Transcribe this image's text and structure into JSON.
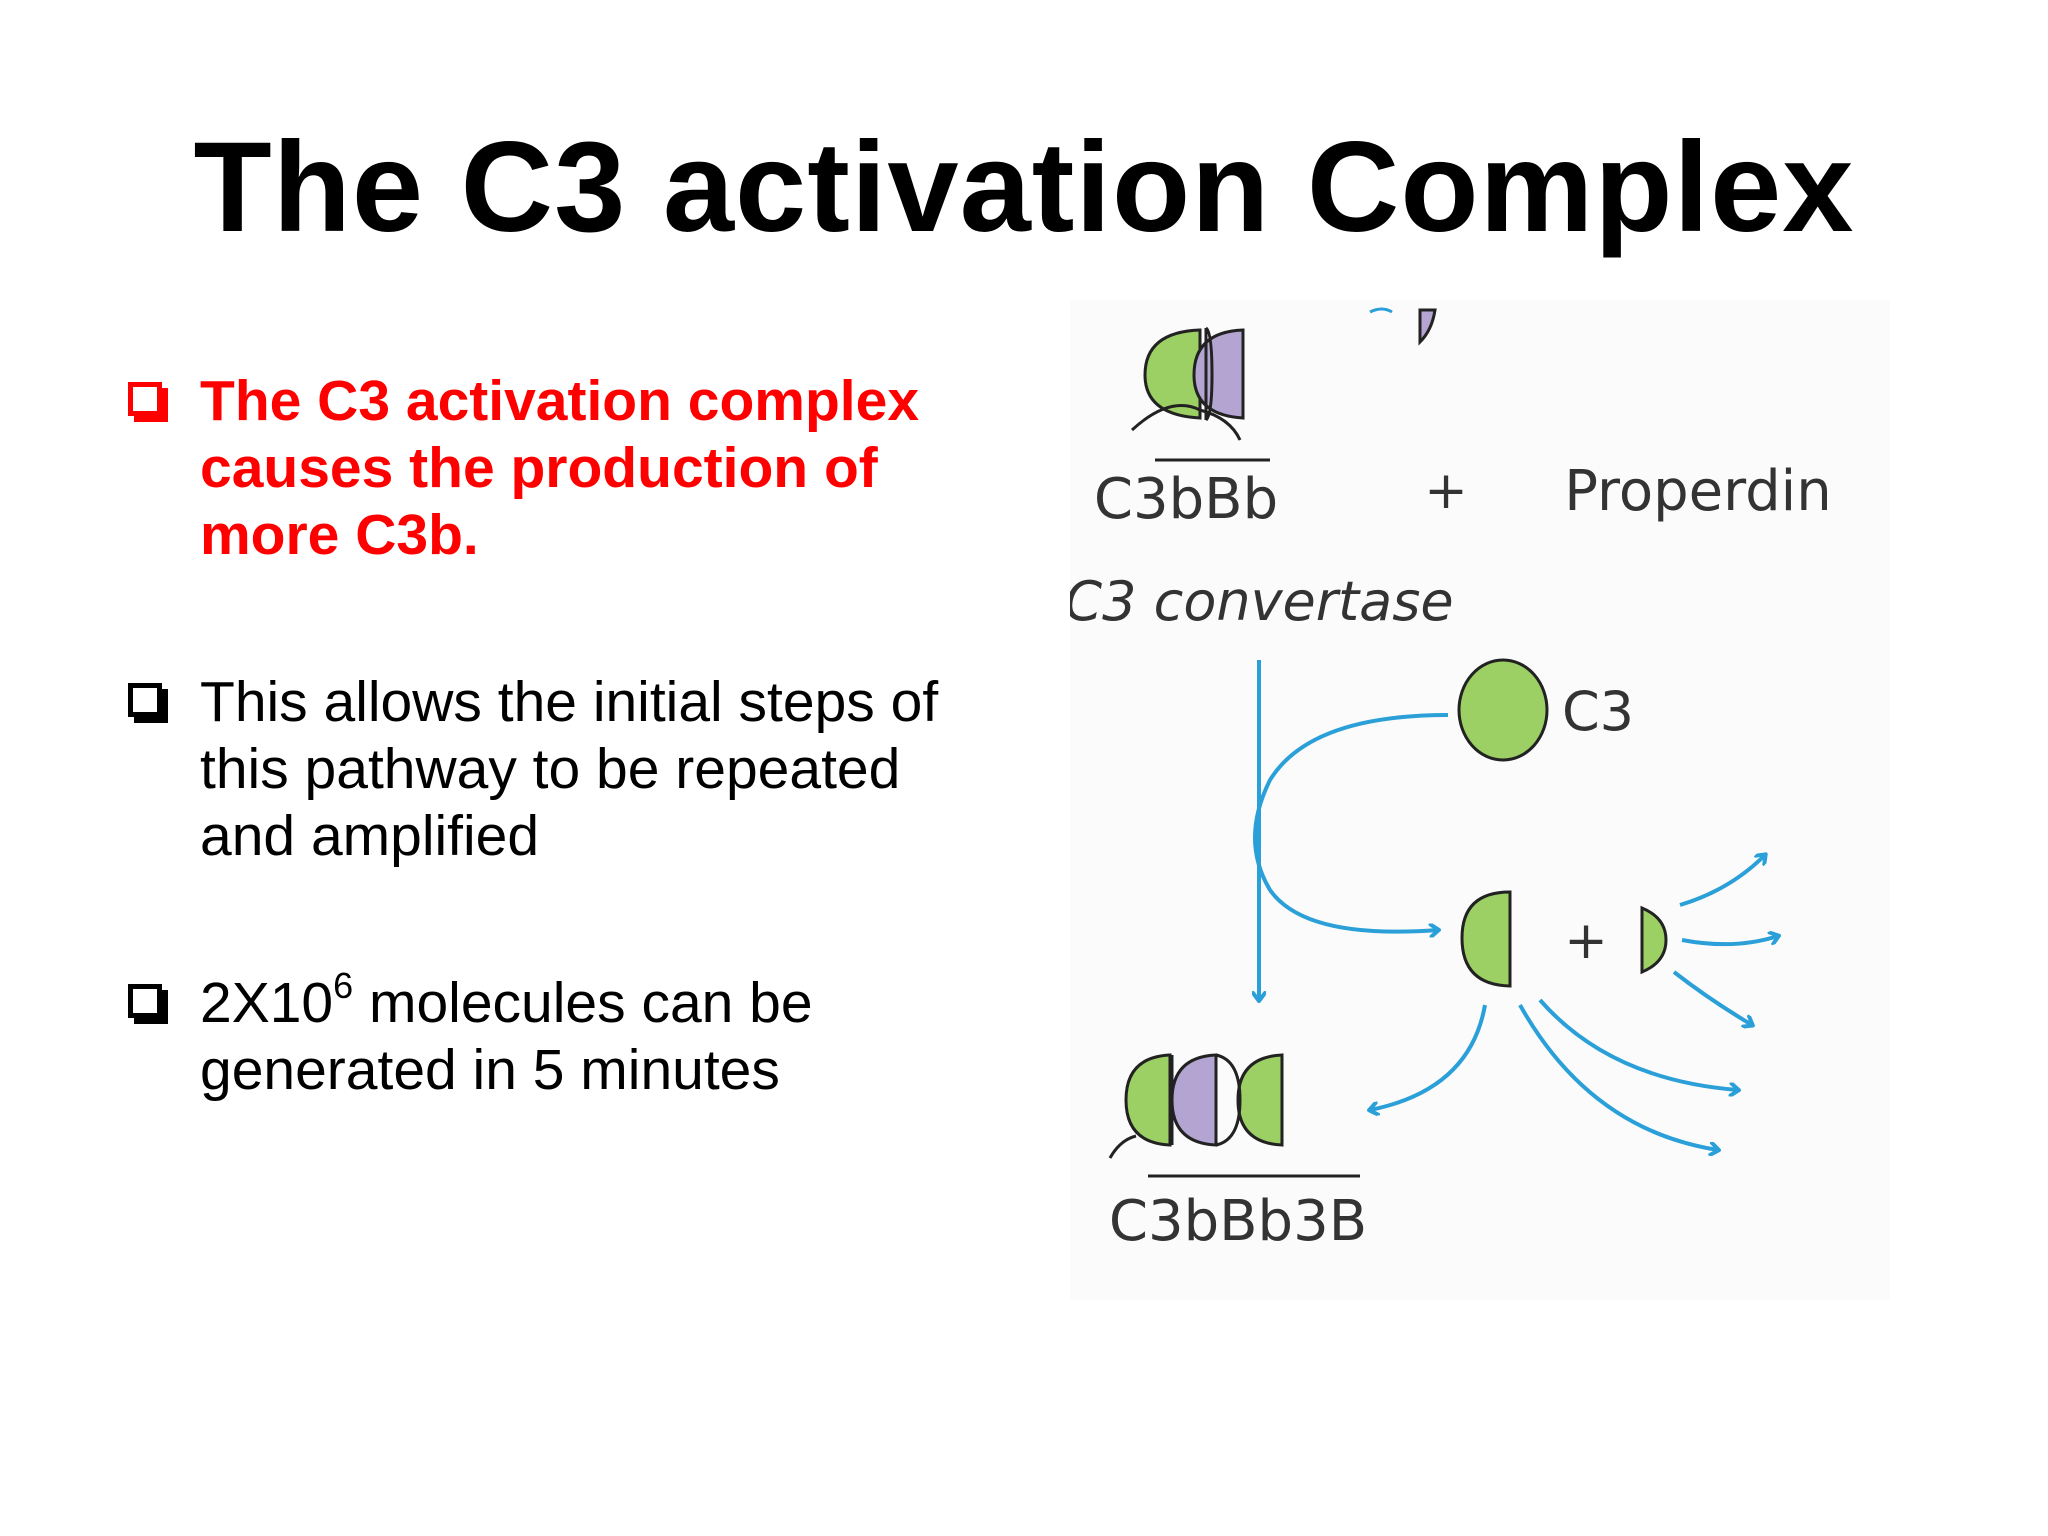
{
  "slide": {
    "title": "The C3 activation Complex"
  },
  "bullets": {
    "b1": {
      "text": "The C3 activation complex causes the production of more C3b."
    },
    "b2": {
      "text": "This allows the initial steps of this pathway to be repeated and amplified"
    },
    "b3": {
      "prefix": "2X10",
      "exponent": "6",
      "suffix": " molecules can be generated in 5 minutes"
    }
  },
  "diagram": {
    "c3bbb_label": "C3bBb",
    "plus_top": "+",
    "properdin_label": "Properdin",
    "convertase_label": "C3 convertase",
    "c3_label": "C3",
    "plus_mid": "+",
    "c3bbb3b_label": "C3bBb3B",
    "colors": {
      "green": "#9ccf64",
      "purple": "#b3a4d2",
      "arrow_blue": "#2ba0d8",
      "outline": "#222222",
      "bullet_red": "#ff0000"
    }
  }
}
